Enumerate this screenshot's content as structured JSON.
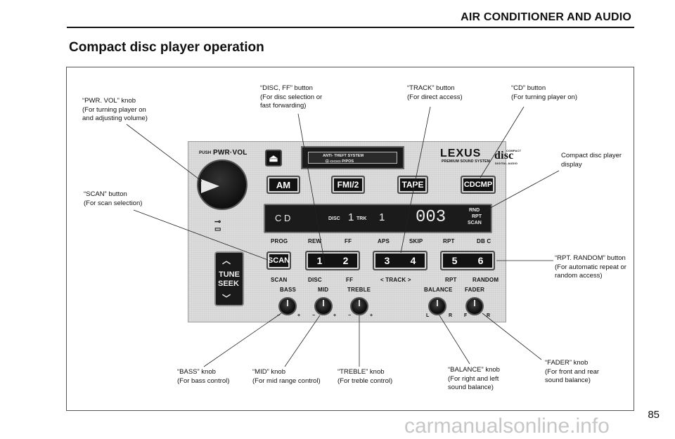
{
  "header": {
    "section": "AIR CONDITIONER AND AUDIO"
  },
  "page_title": "Compact disc player operation",
  "page_number": "85",
  "watermark": "carmanualsonline.info",
  "callouts": {
    "pwr_vol": [
      "“PWR. VOL” knob",
      "(For turning player on",
      "and adjusting volume)"
    ],
    "disc_ff": [
      "“DISC, FF” button",
      "(For disc selection or",
      "fast forwarding)"
    ],
    "track": [
      "“TRACK” button",
      "(For direct access)"
    ],
    "cd": [
      "“CD” button",
      "(For turning player on)"
    ],
    "display": [
      "Compact disc player",
      "display"
    ],
    "scan": [
      "“SCAN” button",
      "(For scan selection)"
    ],
    "rpt_random": [
      "“RPT. RANDOM” button",
      "(For automatic repeat or",
      "random access)"
    ],
    "bass": [
      "“BASS” knob",
      "(For bass control)"
    ],
    "mid": [
      "“MID” knob",
      "(For mid range control)"
    ],
    "treble": [
      "“TREBLE” knob",
      "(For treble control)"
    ],
    "balance": [
      "“BALANCE” knob",
      "(For right and left",
      "sound balance)"
    ],
    "fader": [
      "“FADER” knob",
      "(For front and rear",
      "sound balance)"
    ]
  },
  "panel": {
    "push_label": "PUSH",
    "pwr_vol_label": "PWR·VOL",
    "anti_theft": "ANTI- THEFT SYSTEM",
    "anti_theft_sub": "⊡ ▭▭▭ P/POS",
    "brand": "LEXUS",
    "brand_sub": "PREMIUM SOUND SYSTEM",
    "disc_logo": "disc",
    "disc_logo_top": "COMPACT",
    "disc_logo_bottom": "DIGITAL AUDIO",
    "buttons": {
      "am": "AM",
      "fm": "FMI/2",
      "tape": "TAPE",
      "cdcmp": "CDCMP",
      "scan": "SCAN",
      "b12_a": "1",
      "b12_b": "2",
      "b34_a": "3",
      "b34_b": "4",
      "b56_a": "5",
      "b56_b": "6",
      "tune": "TUNE",
      "seek": "SEEK"
    },
    "display": {
      "mode": "C D",
      "disc_label": "DISC",
      "disc_num": "1",
      "trk_label": "TRK",
      "trk_num": "1",
      "time": "003",
      "rnd": "RND",
      "rpt": "RPT",
      "scan": "SCAN"
    },
    "upper_labels": [
      "PROG",
      "REW",
      "FF",
      "APS",
      "SKIP",
      "RPT",
      "DB C"
    ],
    "lower_labels": [
      "SCAN",
      "DISC",
      "FF",
      "< TRACK >",
      "RPT",
      "RANDOM"
    ],
    "knob_labels": [
      "BASS",
      "MID",
      "TREBLE",
      "BALANCE",
      "FADER"
    ],
    "knob_marks": {
      "bass": [
        "−",
        "+"
      ],
      "mid": [
        "−",
        "+"
      ],
      "treble": [
        "−",
        "+"
      ],
      "balance": [
        "L",
        "R"
      ],
      "fader": [
        "F",
        "R"
      ]
    }
  }
}
